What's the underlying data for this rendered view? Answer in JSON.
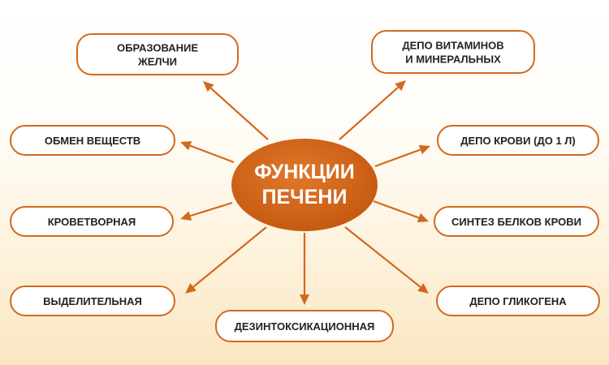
{
  "center": {
    "lines": [
      "ФУНКЦИИ",
      "ПЕЧЕНИ"
    ],
    "color": "#cc5f14"
  },
  "accent_color": "#d2691e",
  "functions": [
    {
      "id": "bile",
      "lines": [
        "ОБРАЗОВАНИЕ",
        "ЖЕЛЧИ"
      ]
    },
    {
      "id": "vitamins",
      "lines": [
        "ДЕПО ВИТАМИНОВ",
        "И МИНЕРАЛЬНЫХ"
      ]
    },
    {
      "id": "metabolism",
      "lines": [
        "ОБМЕН ВЕЩЕСТВ"
      ]
    },
    {
      "id": "blood-depot",
      "lines": [
        "ДЕПО КРОВИ (ДО 1 Л)"
      ]
    },
    {
      "id": "hematopoietic",
      "lines": [
        "КРОВЕТВОРНАЯ"
      ]
    },
    {
      "id": "protein",
      "lines": [
        "СИНТЕЗ БЕЛКОВ КРОВИ"
      ]
    },
    {
      "id": "excretory",
      "lines": [
        "ВЫДЕЛИТЕЛЬНАЯ"
      ]
    },
    {
      "id": "glycogen",
      "lines": [
        "ДЕПО ГЛИКОГЕНА"
      ]
    },
    {
      "id": "detox",
      "lines": [
        "ДЕЗИНТОКСИКАЦИОННАЯ"
      ]
    }
  ]
}
